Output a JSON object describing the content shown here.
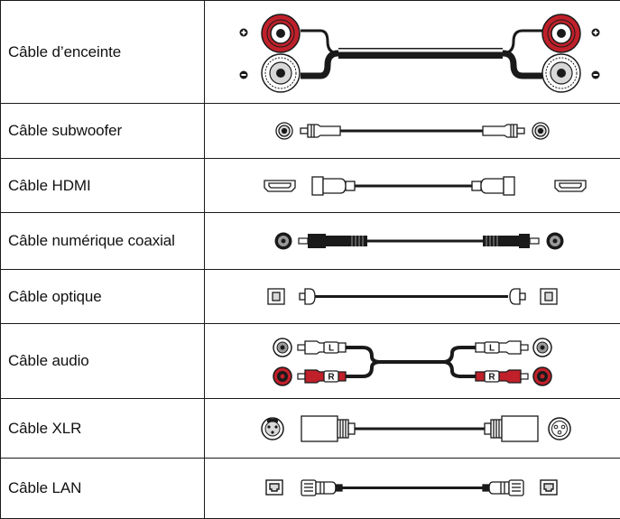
{
  "colors": {
    "ink": "#1a1a1a",
    "red": "#c0202a",
    "grey": "#9a9a9a",
    "light_grey": "#d8d8d8",
    "white": "#ffffff"
  },
  "rows": [
    {
      "id": "speaker",
      "label": "Câble d’enceinte",
      "icon": "speaker-cable-icon"
    },
    {
      "id": "subwoofer",
      "label": "Câble subwoofer",
      "icon": "subwoofer-cable-icon"
    },
    {
      "id": "hdmi",
      "label": "Câble HDMI",
      "icon": "hdmi-cable-icon"
    },
    {
      "id": "coaxial",
      "label": "Câble numérique coaxial",
      "icon": "coaxial-cable-icon"
    },
    {
      "id": "optical",
      "label": "Câble optique",
      "icon": "optical-cable-icon"
    },
    {
      "id": "audio",
      "label": "Câble audio",
      "icon": "audio-cable-icon",
      "plug_labels": [
        "L",
        "R"
      ]
    },
    {
      "id": "xlr",
      "label": "Câble XLR",
      "icon": "xlr-cable-icon"
    },
    {
      "id": "lan",
      "label": "Câble LAN",
      "icon": "lan-cable-icon"
    }
  ]
}
